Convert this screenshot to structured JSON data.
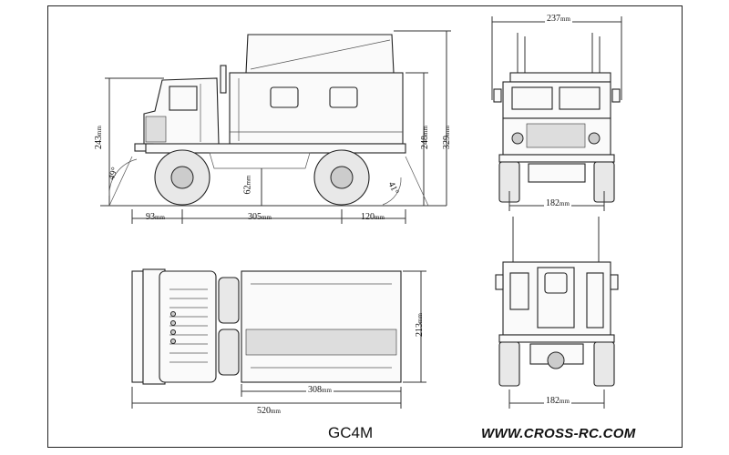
{
  "title": "GC4M",
  "website": "WWW.CROSS-RC.COM",
  "unit": "mm",
  "side_view": {
    "height_cab": "243",
    "height_box": "248",
    "height_total": "329",
    "approach_angle": "49°",
    "departure_angle": "41°",
    "ground_clearance": "62",
    "front_overhang": "93",
    "wheelbase": "305",
    "rear_overhang": "120"
  },
  "front_view": {
    "width_top": "237",
    "track": "182"
  },
  "top_view": {
    "length": "520",
    "box_length": "308",
    "width": "213"
  },
  "rear_view": {
    "track": "182"
  }
}
